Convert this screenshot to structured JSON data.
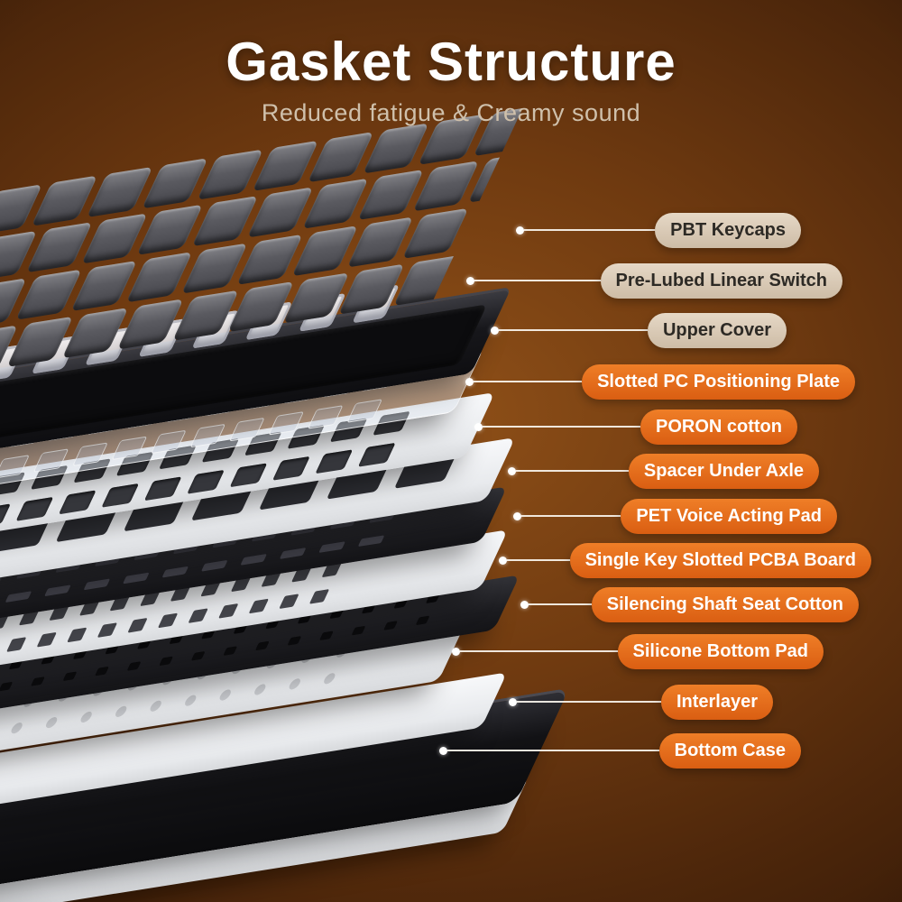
{
  "header": {
    "title": "Gasket Structure",
    "subtitle": "Reduced fatigue & Creamy sound"
  },
  "labels": [
    {
      "text": "PBT Keycaps",
      "style": "tan"
    },
    {
      "text": "Pre-Lubed Linear Switch",
      "style": "tan"
    },
    {
      "text": "Upper Cover",
      "style": "tan"
    },
    {
      "text": "Slotted PC Positioning Plate",
      "style": "orange"
    },
    {
      "text": "PORON cotton",
      "style": "orange"
    },
    {
      "text": "Spacer Under Axle",
      "style": "orange"
    },
    {
      "text": "PET Voice Acting Pad",
      "style": "orange"
    },
    {
      "text": "Single Key Slotted PCBA Board",
      "style": "orange"
    },
    {
      "text": "Silencing Shaft Seat Cotton",
      "style": "orange"
    },
    {
      "text": "Silicone Bottom Pad",
      "style": "orange"
    },
    {
      "text": "Interlayer",
      "style": "orange"
    },
    {
      "text": "Bottom Case",
      "style": "orange"
    }
  ],
  "colors": {
    "accent_orange": "#E2691B",
    "pill_tan": "#DDCFBC",
    "leader_line": "#F5EDE2",
    "background_brown": "#6F3A10",
    "title_text": "#FFFFFF",
    "subtitle_text": "#CFC0AB"
  }
}
